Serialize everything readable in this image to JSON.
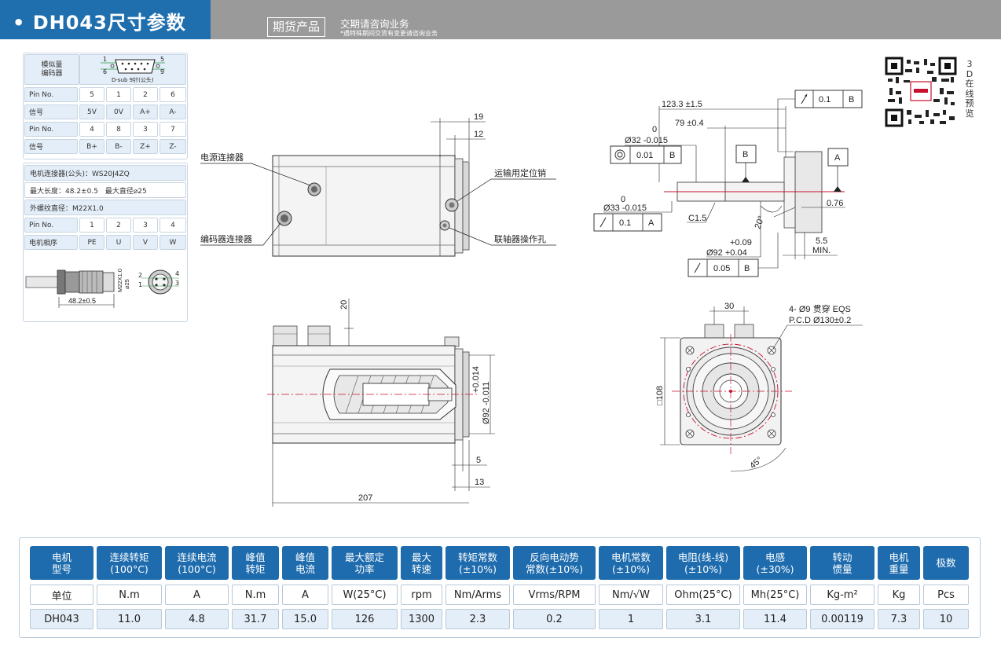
{
  "header": {
    "title": "• DH043尺寸参数",
    "badge": "期货产品",
    "notice_main": "交期请咨询业务",
    "notice_sub": "*遇特殊期间交货有变更请咨询业务"
  },
  "encoder_panel": {
    "label_line1": "模似量",
    "label_line2": "编码器",
    "dsub_caption": "D-sub 9针(公头)",
    "pin_left_top": "1",
    "pin_left_bottom": "6",
    "pin_right_top": "5",
    "pin_right_bottom": "9",
    "rows": [
      {
        "label": "Pin No.",
        "cells": [
          "5",
          "1",
          "2",
          "6"
        ]
      },
      {
        "label": "信号",
        "cells": [
          "5V",
          "0V",
          "A+",
          "A-"
        ]
      },
      {
        "label": "Pin No.",
        "cells": [
          "4",
          "8",
          "3",
          "7"
        ]
      },
      {
        "label": "信号",
        "cells": [
          "B+",
          "B-",
          "Z+",
          "Z-"
        ]
      }
    ]
  },
  "motor_panel": {
    "connector": "电机连接器(公头)：WS20J4ZQ",
    "length": "最大长度：48.2±0.5　最大直径⌀25",
    "thread": "外螺纹直径：M22X1.0",
    "rows": [
      {
        "label": "Pin No.",
        "cells": [
          "1",
          "2",
          "3",
          "4"
        ]
      },
      {
        "label": "电机相序",
        "cells": [
          "PE",
          "U",
          "V",
          "W"
        ]
      }
    ],
    "cable_length": "48.2±0.5",
    "cable_thread": "M22X1.0",
    "cable_dia": "⌀25",
    "pins": [
      "2",
      "4",
      "1",
      "3"
    ]
  },
  "qr_side_text": [
    "3",
    "D",
    "在",
    "线",
    "预",
    "览"
  ],
  "side_view": {
    "label_power": "电源连接器",
    "label_encoder": "编码器连接器",
    "label_pin": "运输用定位销",
    "label_coupling": "联轴器操作孔",
    "dim_19": "19",
    "dim_12": "12"
  },
  "shaft_view": {
    "dim_123": "123.3 ±1.5",
    "dim_79": "79 ±0.4",
    "phi32_upper": "0",
    "phi32": "Ø32 -0.015",
    "tol_001": "0.01",
    "datum_b": "B",
    "datum_a": "A",
    "tol_01": "0.1",
    "phi33_upper": "0",
    "phi33": "Ø33 -0.015",
    "c15": "C1.5",
    "angle20": "20°",
    "dim_076": "0.76",
    "phi92_upper": "+0.09",
    "phi92": "Ø92 +0.04",
    "tol_005": "0.05",
    "dim_55": "5.5",
    "min": "MIN."
  },
  "top_view": {
    "dim_20": "20",
    "dim_92": "Ø92 -0.011",
    "dim_92_upper": "+0.014",
    "dim_5": "5",
    "dim_13": "13",
    "dim_207": "207"
  },
  "front_view": {
    "dim_30": "30",
    "holes": "4- Ø9 贯穿 EQS",
    "pcd": "P.C.D  Ø130±0.2",
    "dim_108": "□108",
    "angle45": "45°"
  },
  "spec_table": {
    "headers": [
      [
        "电机",
        "型号"
      ],
      [
        "连续转矩",
        "(100°C)"
      ],
      [
        "连续电流",
        "(100°C)"
      ],
      [
        "峰值",
        "转矩"
      ],
      [
        "峰值",
        "电流"
      ],
      [
        "最大额定",
        "功率"
      ],
      [
        "最大",
        "转速"
      ],
      [
        "转矩常数",
        "(±10%)"
      ],
      [
        "反向电动势",
        "常数(±10%)"
      ],
      [
        "电机常数",
        "(±10%)"
      ],
      [
        "电阻(线-线)",
        "(±10%)"
      ],
      [
        "电感",
        "(±30%)"
      ],
      [
        "转动",
        "惯量"
      ],
      [
        "电机",
        "重量"
      ],
      [
        "极数"
      ]
    ],
    "units": [
      "单位",
      "N.m",
      "A",
      "N.m",
      "A",
      "W(25°C)",
      "rpm",
      "Nm/Arms",
      "Vrms/RPM",
      "Nm/√W",
      "Ohm(25°C)",
      "Mh(25°C)",
      "Kg-m²",
      "Kg",
      "Pcs"
    ],
    "values": [
      "DH043",
      "11.0",
      "4.8",
      "31.7",
      "15.0",
      "126",
      "1300",
      "2.3",
      "0.2",
      "1",
      "3.1",
      "11.4",
      "0.00119",
      "7.3",
      "10"
    ]
  }
}
